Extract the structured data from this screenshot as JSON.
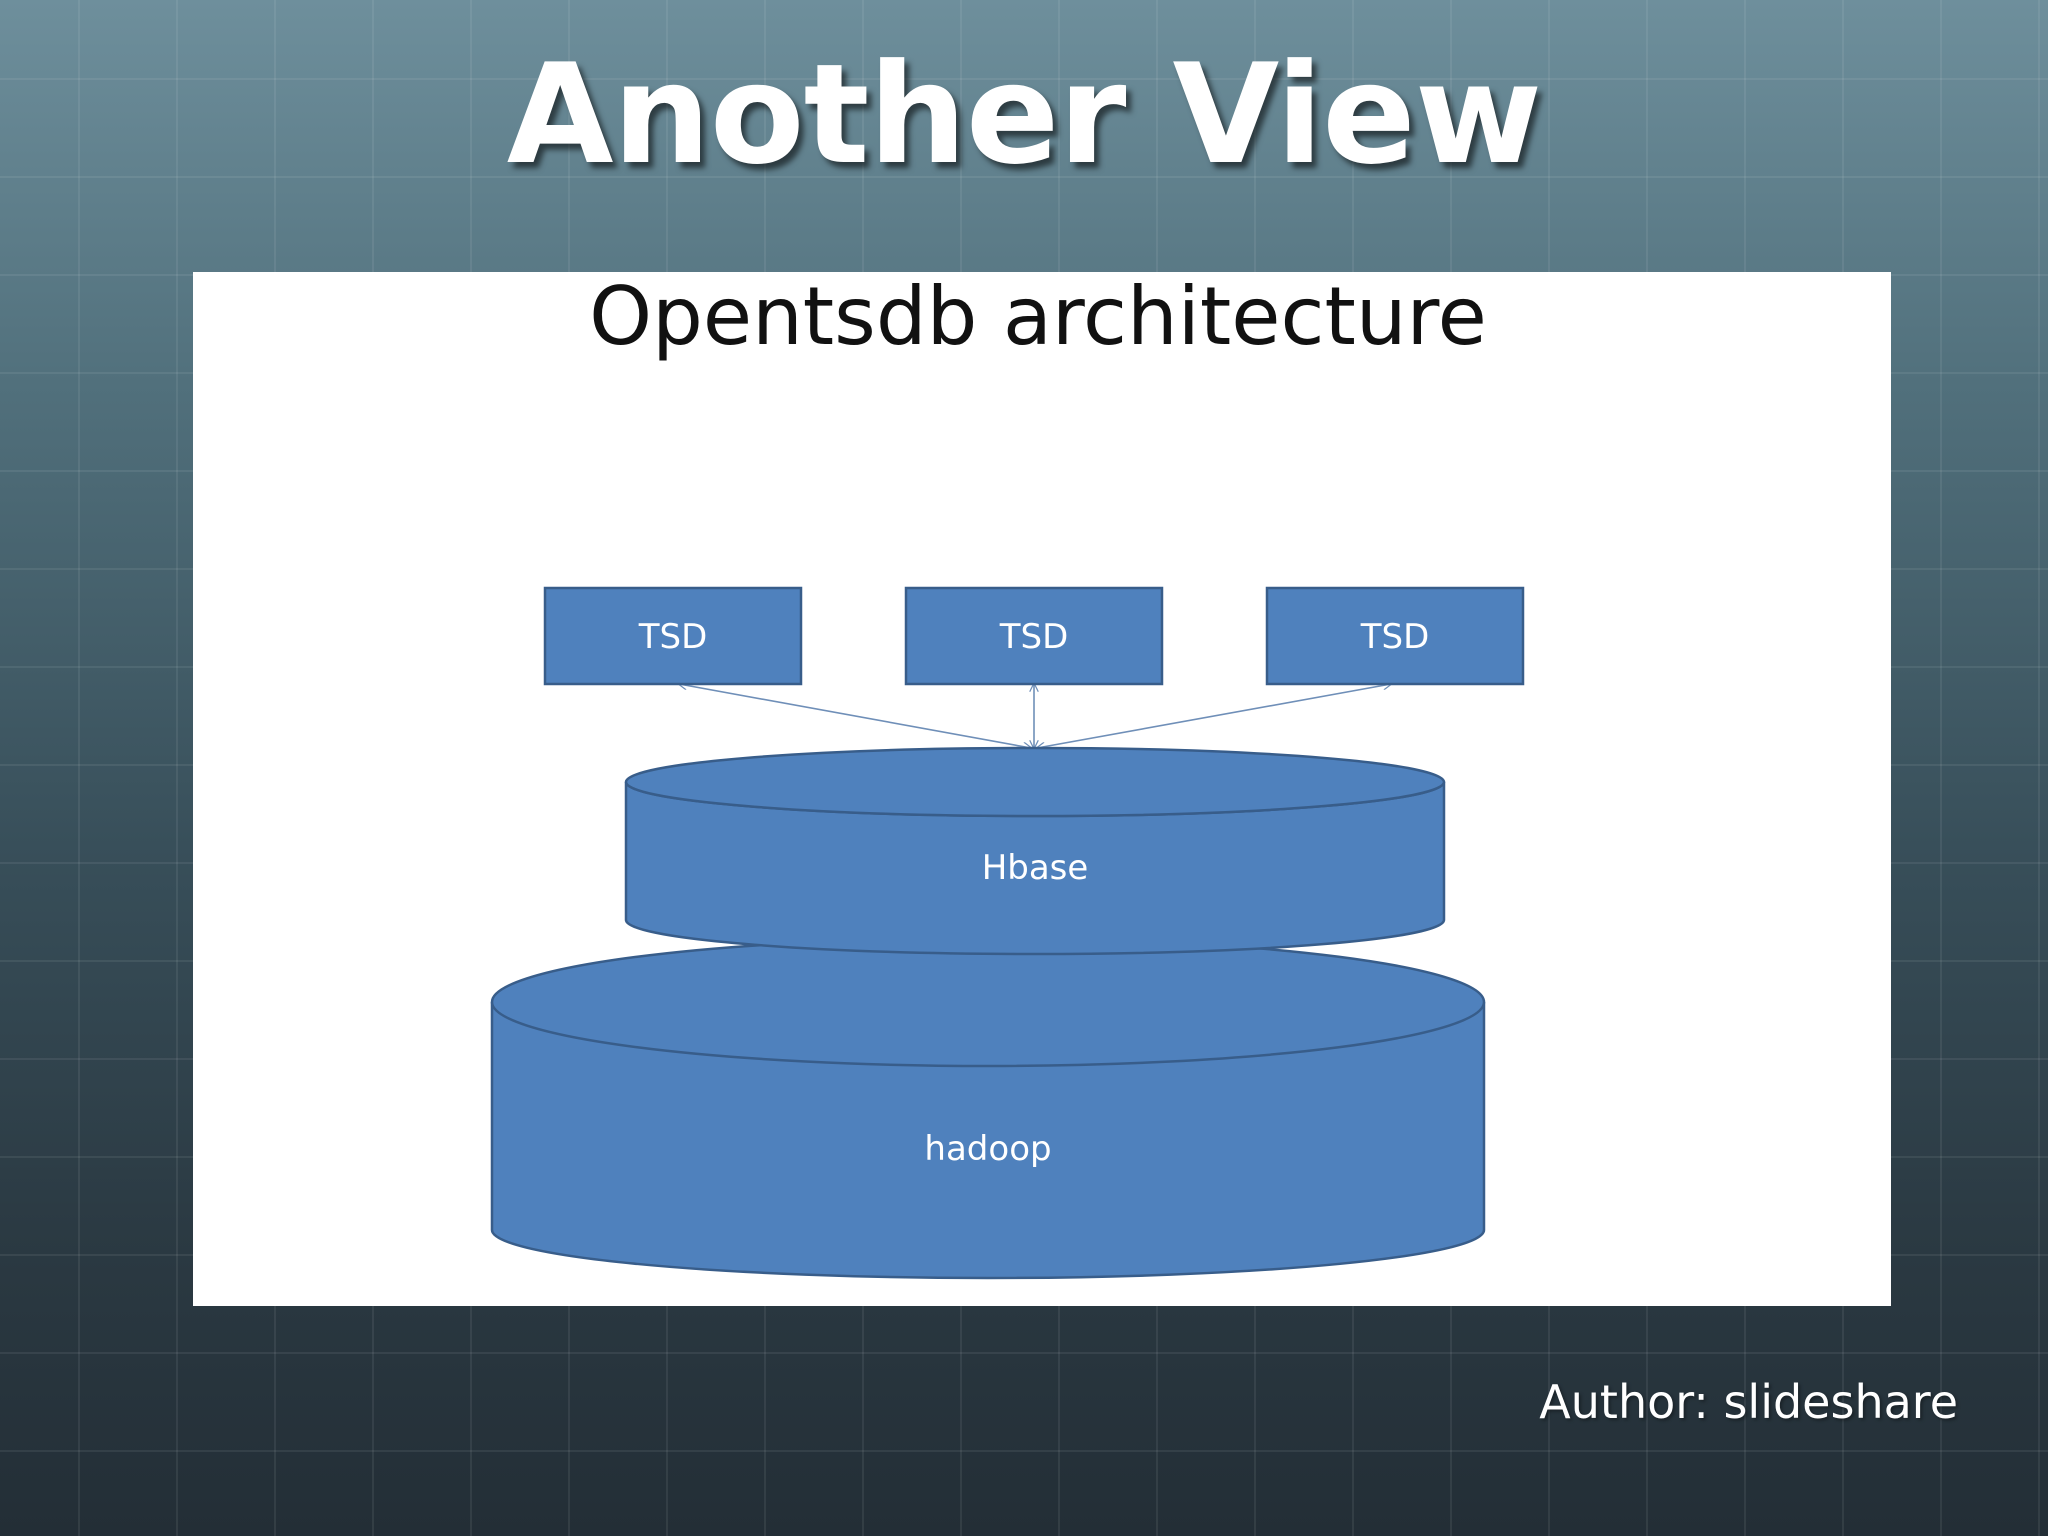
{
  "slide": {
    "title": "Another View",
    "author": "Author: slideshare"
  },
  "diagram": {
    "title": "Opentsdb architecture",
    "nodes": {
      "tsd_1": "TSD",
      "tsd_2": "TSD",
      "tsd_3": "TSD",
      "hbase": "Hbase",
      "hadoop": "hadoop"
    },
    "edges": [
      {
        "from": "tsd_1",
        "to": "hbase",
        "style": "double-arrow"
      },
      {
        "from": "tsd_2",
        "to": "hbase",
        "style": "double-arrow"
      },
      {
        "from": "tsd_3",
        "to": "hbase",
        "style": "double-arrow"
      }
    ],
    "colors": {
      "shape_fill": "#4f81bd",
      "shape_stroke": "#385d8a",
      "connector": "#6f8fb8",
      "panel": "#ffffff"
    }
  }
}
